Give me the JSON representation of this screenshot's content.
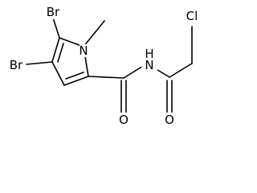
{
  "molecule": {
    "atoms": {
      "br_top": "Br",
      "br_left": "Br",
      "n_ring": "N",
      "n_amide": "N",
      "h_amide": "H",
      "o_left": "O",
      "o_right": "O",
      "cl": "Cl"
    }
  },
  "colors": {
    "bond": "#000000",
    "label": "#000000",
    "background": "#ffffff"
  }
}
